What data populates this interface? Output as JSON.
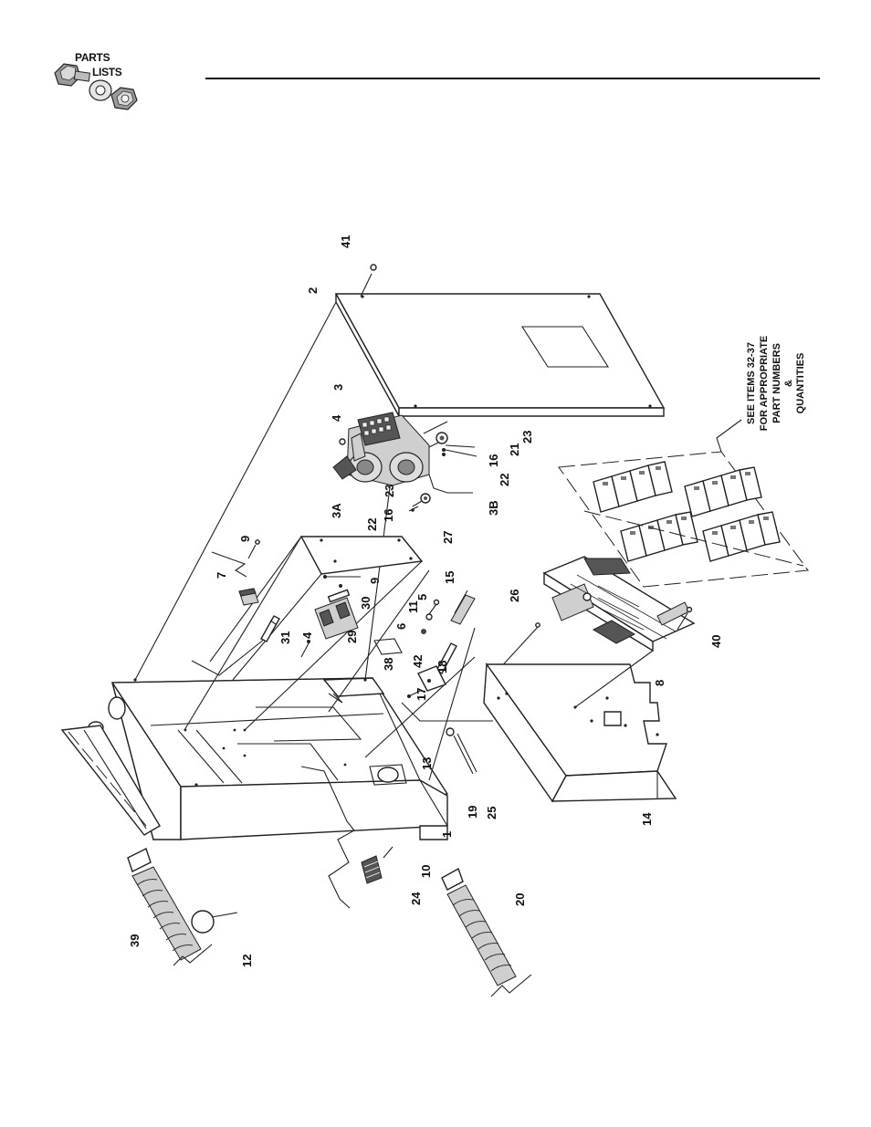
{
  "header": {
    "logo_line1": "PARTS",
    "logo_line2": "LISTS"
  },
  "callouts": {
    "c1": "1",
    "c2": "2",
    "c3": "3",
    "c3a": "3A",
    "c3b": "3B",
    "c4a": "4",
    "c4b": "4",
    "c5": "5",
    "c6": "6",
    "c7": "7",
    "c8": "8",
    "c9a": "9",
    "c9b": "9",
    "c10": "10",
    "c11": "11",
    "c12": "12",
    "c13": "13",
    "c14": "14",
    "c15": "15",
    "c16a": "16",
    "c16b": "16",
    "c17": "17",
    "c18": "18",
    "c19": "19",
    "c20": "20",
    "c21": "21",
    "c22a": "22",
    "c22b": "22",
    "c23a": "23",
    "c23b": "23",
    "c24": "24",
    "c25": "25",
    "c26": "26",
    "c27": "27",
    "c29": "29",
    "c30": "30",
    "c31": "31",
    "c38": "38",
    "c39": "39",
    "c40": "40",
    "c41": "41",
    "c42": "42"
  },
  "note": {
    "line1": "SEE ITEMS 32-37",
    "line2": "FOR APPROPRIATE",
    "line3": "PART NUMBERS",
    "line4": "&",
    "line5": "QUANTITIES"
  }
}
